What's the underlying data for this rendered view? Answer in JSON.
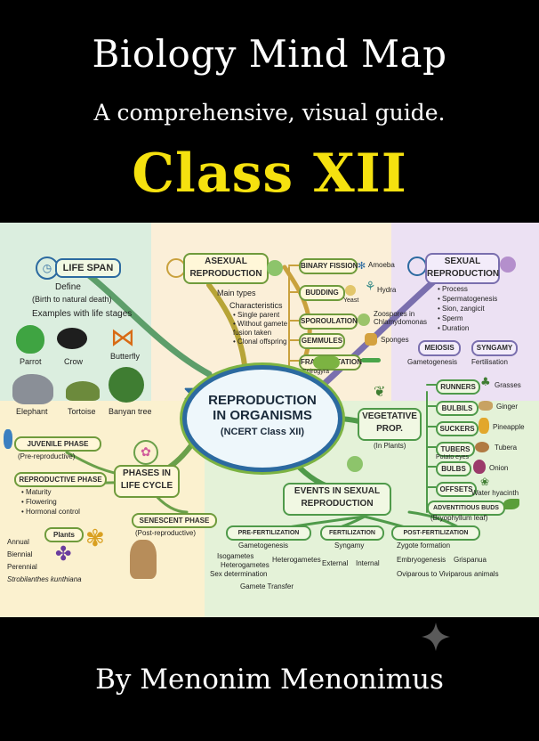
{
  "header": {
    "title": "Biology Mind Map",
    "subtitle": "A comprehensive, visual guide.",
    "class_label": "Class XII"
  },
  "center": {
    "line1": "REPRODUCTION",
    "line2": "IN ORGANISMS",
    "line3": "(NCERT Class XII)"
  },
  "life_span": {
    "title": "LIFE SPAN",
    "define": "Define",
    "define_note": "(Birth to natural death)",
    "examples": "Examples with life stages",
    "animals": [
      "Parrot",
      "Crow",
      "Butterfly",
      "Elephant",
      "Tortoise",
      "Banyan tree"
    ]
  },
  "asexual": {
    "title_line1": "ASEXUAL",
    "title_line2": "REPRODUCTION",
    "main_types": "Main types",
    "characteristics": "Characteristics",
    "chars": [
      "• Single parent",
      "• Without gamete",
      "  fusion taken",
      "• Clonal offspring"
    ],
    "types": [
      {
        "label": "BINARY FISSION",
        "example": "Amoeba"
      },
      {
        "label": "BUDDING",
        "example": "Hydra"
      },
      {
        "label": "SPOROULATION",
        "example": "Zoospores in Chlamydomonas"
      },
      {
        "label": "GEMMULES",
        "example": "Sponges"
      },
      {
        "label": "FRAGMENTATION",
        "example": "Spirogyra"
      }
    ],
    "extra_note": "Yeast"
  },
  "sexual": {
    "title_line1": "SEXUAL",
    "title_line2": "REPRODUCTION",
    "items": [
      "• Process",
      "• Spermatogenesis",
      "• Sion, zangicit",
      "• Sperm",
      "• Duration"
    ],
    "meiosis": "MEIOSIS",
    "syngamy": "SYNGAMY",
    "meiosis_note": "Gametogenesis",
    "syngamy_note": "Fertilisation"
  },
  "vegetative": {
    "title_line1": "VEGETATIVE",
    "title_line2": "PROP.",
    "note": "(In Plants)",
    "items": [
      {
        "label": "RUNNERS",
        "example": "Grasses"
      },
      {
        "label": "BULBILS",
        "example": "Ginger"
      },
      {
        "label": "SUCKERS",
        "example": "Pineapple"
      },
      {
        "label": "TUBERS",
        "example": "Potato eyes"
      },
      {
        "label": "BULBS",
        "example": "Onion"
      },
      {
        "label": "OFFSETS",
        "example": "Water hyacinth"
      },
      {
        "label": "ADVENTITIOUS BUDS",
        "example": "(Bryophyllum leaf)"
      }
    ],
    "tubers_note": "Tubera"
  },
  "phases": {
    "title_line1": "PHASES IN",
    "title_line2": "LIFE CYCLE",
    "juvenile": "JUVENILE PHASE",
    "juvenile_note": "(Pre-reproductive)",
    "reproductive": "REPRODUCTIVE PHASE",
    "reproductive_notes": [
      "• Maturity",
      "• Flowering",
      "• Hormonal control"
    ],
    "senescent": "SENESCENT PHASE",
    "senescent_note": "(Post-reproductive)",
    "plants": "Plants",
    "plant_types": [
      "Annual",
      "Biennial",
      "Perennial",
      "Strobilanthes kunthiana"
    ]
  },
  "events": {
    "title_line1": "EVENTS IN SEXUAL",
    "title_line2": "REPRODUCTION",
    "pre": "PRE-FERTILIZATION",
    "pre_items": [
      "Gametogenesis",
      "Isogametes",
      "Heterogametes",
      "Sex determination",
      "Heterogametes",
      "Gamete Transfer"
    ],
    "fert": "FERTILIZATION",
    "fert_items": [
      "Syngamy",
      "External",
      "Internal"
    ],
    "post": "POST-FERTILIZATION",
    "post_items": [
      "Zygote formation",
      "Embryogenesis",
      "Oviparous to Viviparous animals"
    ],
    "post_extra": "Grispanua"
  },
  "footer": {
    "author": "By Menonim Menonimus"
  },
  "colors": {
    "background": "#000000",
    "class_yellow": "#f5e10f",
    "hub_blue": "#2c6aa0",
    "branch_green": "#6f9b3c"
  }
}
